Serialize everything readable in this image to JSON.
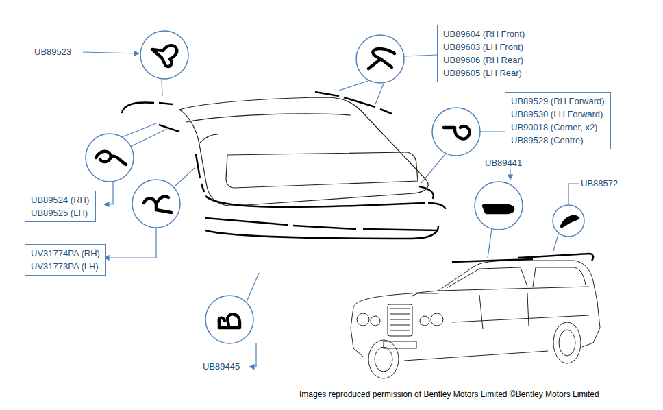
{
  "diagram": {
    "caption": "Images reproduced permission of Bentley Motors Limited ©Bentley Motors Limited",
    "nodes": [
      {
        "text": [
          "UB89604 (RH Front)",
          "UB89603 (LH Front)",
          "UB89606 (RH Rear)",
          "UB89605 (LH Rear)"
        ]
      },
      {
        "text": [
          "UB89529 (RH Forward)",
          "UB89530 (LH Forward)",
          "UB90018 (Corner, x2)",
          "UB89528 (Centre)"
        ]
      },
      {
        "text": [
          "UB89524 (RH)",
          "UB89525 (LH)"
        ]
      },
      {
        "text": [
          "UV31774PA (RH)",
          "UV31773PA (LH)"
        ]
      }
    ],
    "labels": [
      "UB89523",
      "UB89441",
      "UB88572",
      "UB89445"
    ]
  }
}
